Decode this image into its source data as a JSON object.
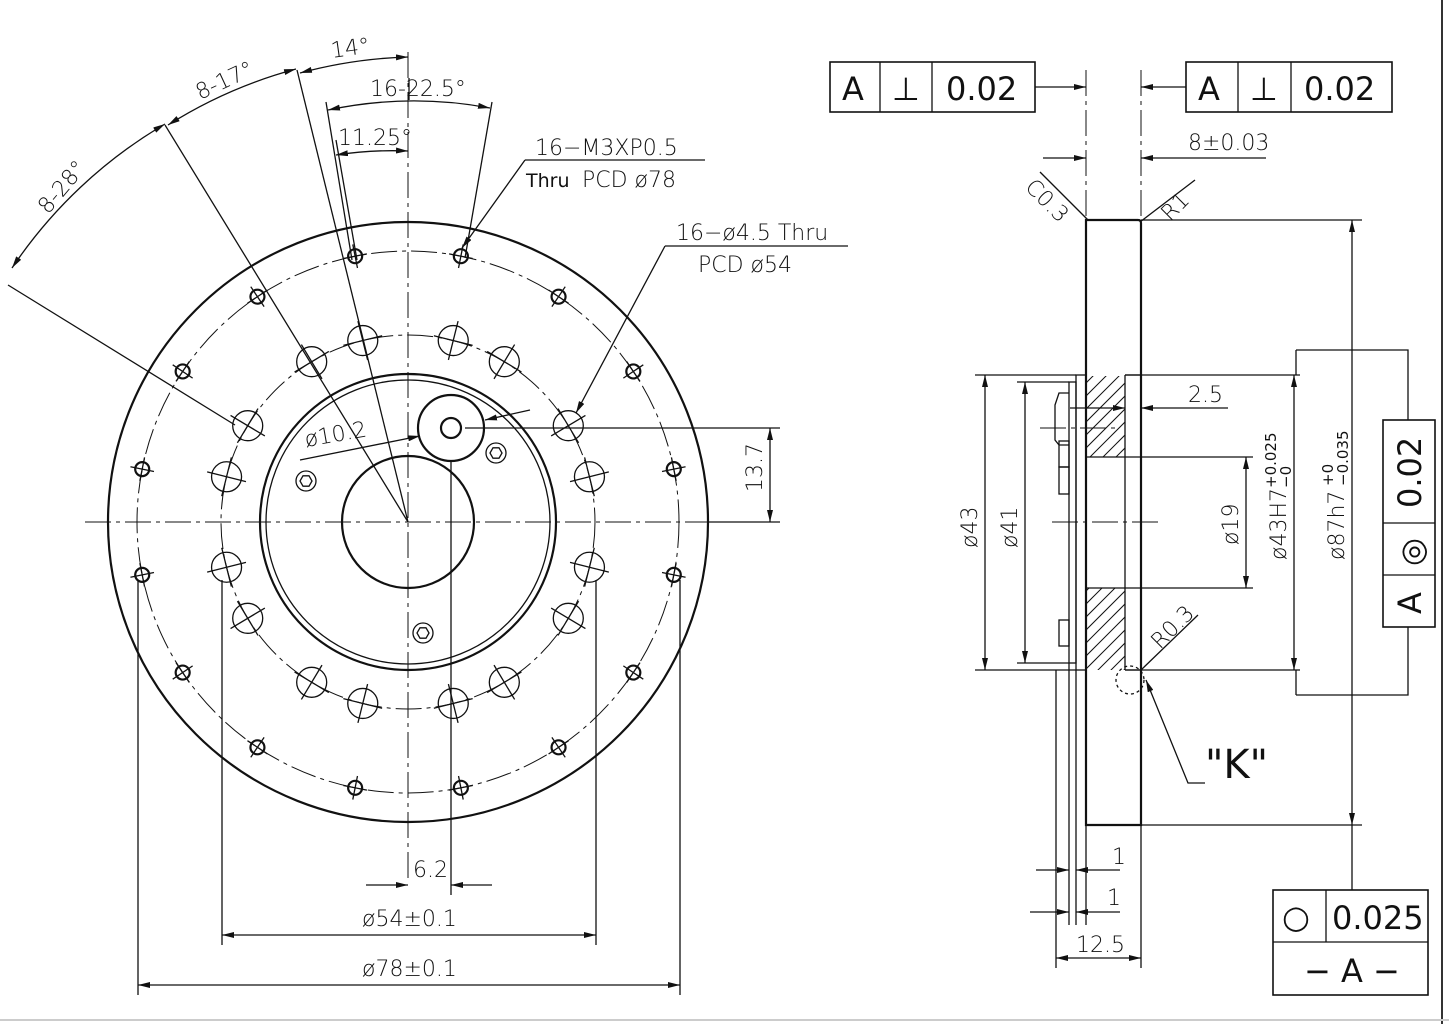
{
  "front_view": {
    "angle_14": "14°",
    "angle_8_17": "8-17°",
    "angle_8_28": "8-28°",
    "angle_16_22_5": "16-22.5°",
    "angle_11_25": "11.25°",
    "thread_callout_line1": "16−M3XP0.5",
    "thread_callout_thru": "Thru",
    "thread_callout_line2": "PCD ø78",
    "hole_callout_line1": "16−ø4.5 Thru",
    "hole_callout_line2": "PCD ø54",
    "dia_10_2": "ø10.2",
    "dim_13_7": "13.7",
    "dim_6_2": "6.2",
    "dia_54": "ø54±0.1",
    "dia_78": "ø78±0.1"
  },
  "side_view": {
    "thickness": "8±0.03",
    "chamfer": "C0.3",
    "radius_r1": "R1",
    "dim_2_5": "2.5",
    "dia_43": "ø43",
    "dia_41": "ø41",
    "dia_19": "ø19",
    "dia_43h7": "ø43H7",
    "dia_43h7_tol_upper": "+0.025",
    "dia_43h7_tol_lower": "−0",
    "dia_87h7": "ø87h7",
    "dia_87h7_tol_upper": "+0",
    "dia_87h7_tol_lower": "−0.035",
    "radius_r0_3": "R0.3",
    "detail_label": "\"K\"",
    "dim_1_a": "1",
    "dim_1_b": "1",
    "dim_12_5": "12.5"
  },
  "gdt": {
    "perp_left": {
      "datum": "A",
      "symbol": "⊥",
      "value": "0.02"
    },
    "perp_right": {
      "datum": "A",
      "symbol": "⊥",
      "value": "0.02"
    },
    "concentricity": {
      "value": "0.02",
      "symbol": "◎",
      "datum": "A"
    },
    "circularity": {
      "symbol": "○",
      "value": "0.025",
      "datum_label": "− A −"
    }
  }
}
